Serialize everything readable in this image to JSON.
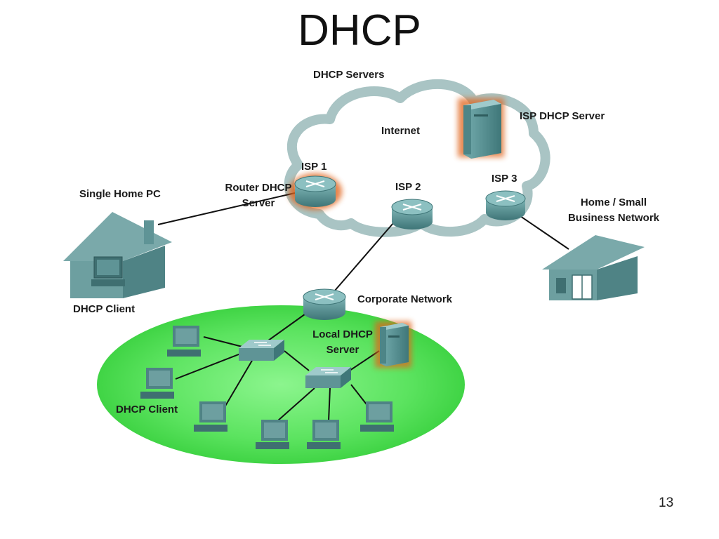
{
  "title": "DHCP",
  "page_number": "13",
  "labels": {
    "dhcp_servers": "DHCP Servers",
    "internet": "Internet",
    "isp_dhcp_server": "ISP DHCP Server",
    "isp1": "ISP 1",
    "isp2": "ISP 2",
    "isp3": "ISP 3",
    "router_dhcp_line1": "Router DHCP",
    "router_dhcp_line2": "Server",
    "single_home_pc": "Single Home PC",
    "dhcp_client_home": "DHCP Client",
    "home_small_line1": "Home / Small",
    "home_small_line2": "Business Network",
    "corporate_network": "Corporate Network",
    "local_dhcp_line1": "Local DHCP",
    "local_dhcp_line2": "Server",
    "dhcp_client_corp": "DHCP Client"
  },
  "colors": {
    "cloud_stroke": "#a9c4c4",
    "device_teal": "#4f8b8d",
    "highlight_glow": "#e0651c",
    "lan_green": "#57e85b",
    "house_teal": "#5f9496"
  }
}
